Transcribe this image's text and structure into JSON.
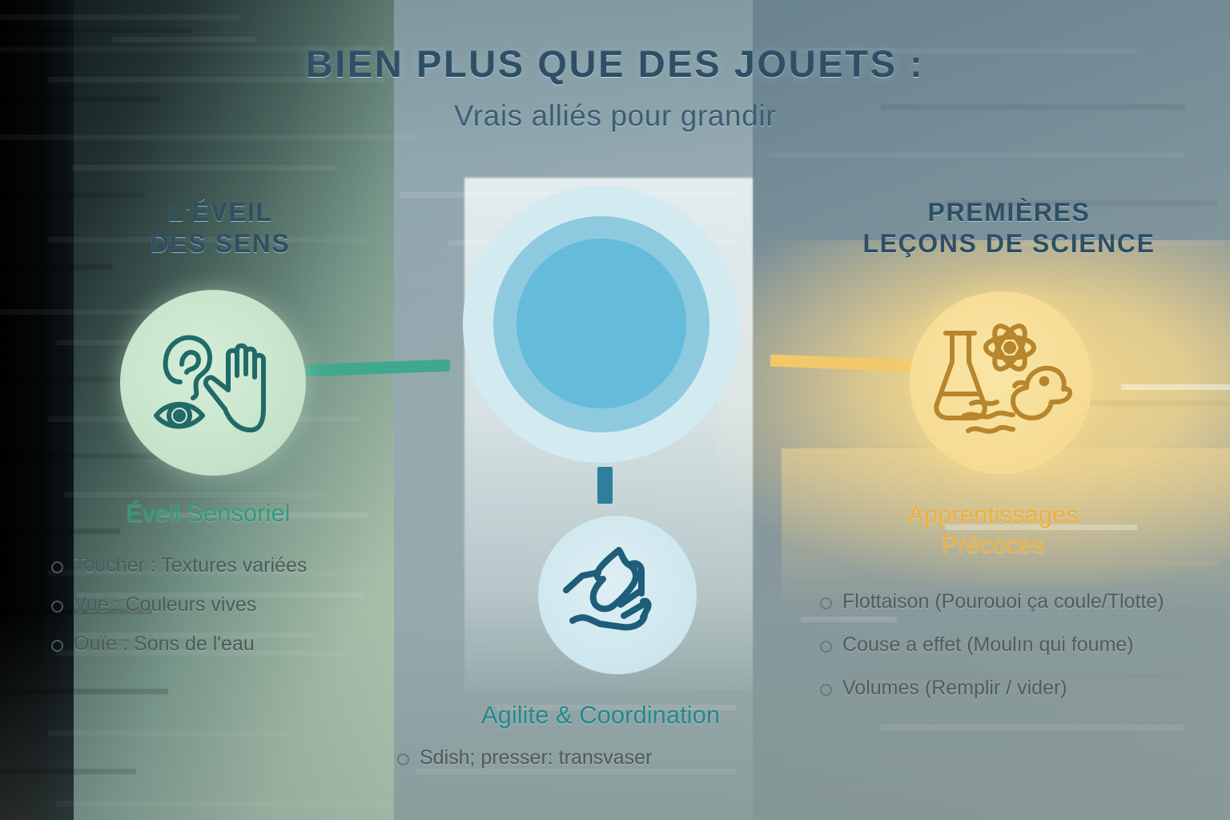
{
  "header": {
    "title": "BIEN PLUS QUE DES JOUETS :",
    "subtitle": "Vrais alliés pour grandir"
  },
  "columns": {
    "left": {
      "heading": "L'ÉVEIL\nDES SENS",
      "heading_line1": "L'ÉVEIL",
      "heading_line2": "DES SENS",
      "block_title": "Éveil Sensoriel",
      "icon": "ear-eye-hand-icon",
      "accent": "#2e9c7d",
      "circle_color": "#c7e5cb",
      "bullets": [
        "Toucher : Textures variées",
        "Vue : Couleurs vives",
        "Ouïe : Sons de l'eau"
      ]
    },
    "center": {
      "icon_main": "magnifying-glass-icon",
      "icon_bottom": "grasping-hand-icon",
      "block_title": "Agilite & Coordination",
      "accent": "#218a8e",
      "circle_color": "#cfe8ef",
      "bullets": [
        "Sdish; presser: transvaser"
      ]
    },
    "right": {
      "heading_line1": "PREMIÈRES",
      "heading_line2": "LEÇONS DE SCIENCE",
      "block_title": "Apprentissages\nPrécoces",
      "block_title_line1": "Apprentissages",
      "block_title_line2": "Précoces",
      "icon": "flask-atom-duck-icon",
      "accent": "#f0b03c",
      "circle_color": "#f7dd95",
      "bullets": [
        "Flottaison (Pourouoi ça coule/Tlotte)",
        "Couse a effet (Moulın qui foume)",
        "Volumes (Remplir / vider)"
      ]
    }
  },
  "connectors": {
    "left_color": "#3fa98d",
    "right_color": "#f3c969",
    "down_color": "#2d7f9b"
  }
}
